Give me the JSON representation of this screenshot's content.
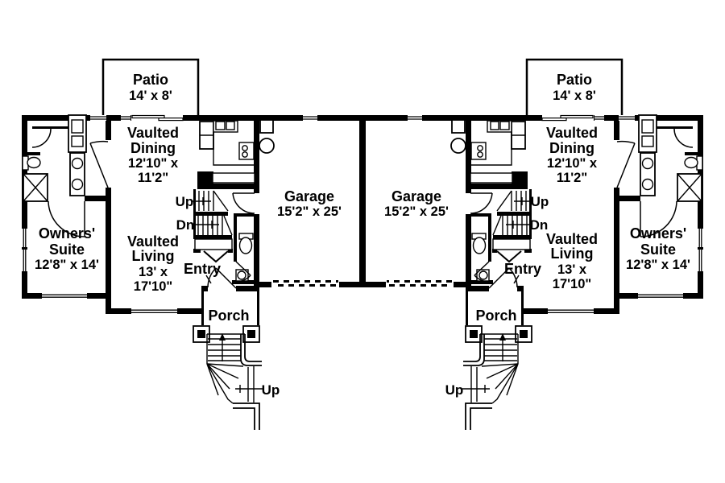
{
  "plan_type": "duplex-first-floor-plan",
  "colors": {
    "wall": "#000000",
    "background": "#ffffff",
    "text": "#000000"
  },
  "rooms": {
    "patio": {
      "name": "Patio",
      "dims": "14' x 8'"
    },
    "dining": {
      "line1": "Vaulted",
      "line2": "Dining",
      "line3": "12'10\" x",
      "line4": "11'2\""
    },
    "owners_suite": {
      "line1": "Owners'",
      "line2": "Suite",
      "line3": "12'8\" x 14'"
    },
    "living": {
      "line1": "Vaulted",
      "line2": "Living",
      "line3": "13' x",
      "line4": "17'10\""
    },
    "garage": {
      "name": "Garage",
      "dims": "15'2\" x 25'"
    },
    "entry": {
      "name": "Entry"
    },
    "porch": {
      "name": "Porch"
    }
  },
  "stairs": {
    "up": "Up",
    "dn": "Dn",
    "exterior_up": "Up"
  }
}
